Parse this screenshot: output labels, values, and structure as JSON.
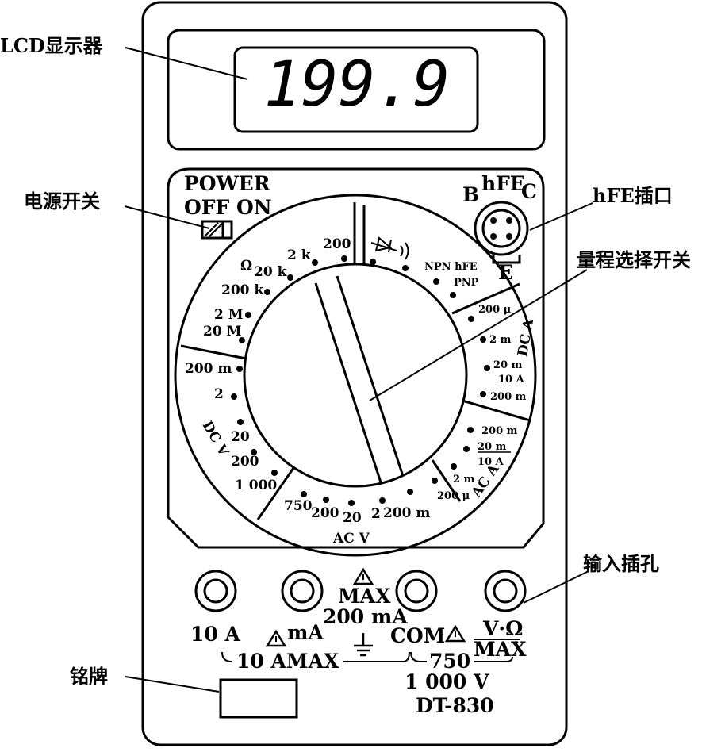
{
  "callouts": {
    "lcd": "LCD显示器",
    "power_switch": "电源开关",
    "hfe_socket": "hFE插口",
    "range_switch": "量程选择开关",
    "input_jacks": "输入插孔",
    "nameplate": "铭牌"
  },
  "display": {
    "reading": "199.9"
  },
  "power": {
    "title": "POWER",
    "states": "OFF ON"
  },
  "hfe": {
    "title": "hFE",
    "b": "B",
    "c": "C",
    "e": "E",
    "npn": "NPN hFE",
    "pnp": "PNP"
  },
  "ohm": {
    "symbol": "Ω",
    "r20k": "20 k",
    "r2k": "2 k",
    "r200": "200",
    "r200k": "200 k",
    "r2M": "2 M",
    "r20M": "20 M"
  },
  "dcv": {
    "section": "DC V",
    "v200m": "200 m",
    "v2": "2",
    "v20": "20",
    "v200": "200",
    "v1000": "1 000"
  },
  "acv": {
    "section": "AC V",
    "v750": "750",
    "v200": "200",
    "v20": "20",
    "v2": "2",
    "v200m": "200 m"
  },
  "dca": {
    "section": "DC A",
    "a200u": "200 μ",
    "a2m": "2 m",
    "a20m": "20 m",
    "a10": "10 A",
    "a200m": "200 m"
  },
  "aca": {
    "section": "AC A",
    "a200m": "200 m",
    "a20m": "20 m",
    "a10": "10 A",
    "a2m": "2 m",
    "a200u": "200 μ"
  },
  "jacks": {
    "j10a": "10 A",
    "ma": "mA",
    "max_top": "MAX",
    "ma200": "200 mA",
    "com": "COM",
    "vohm": "V·Ω",
    "amax10": "10 AMAX",
    "v750": "750",
    "max_bottom": "MAX",
    "v1000": "1 000 V"
  },
  "model": "DT-830"
}
